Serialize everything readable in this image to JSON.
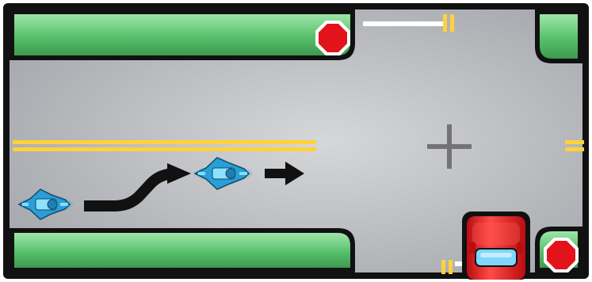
{
  "scene": {
    "type": "intersection-diagram",
    "stop_signs": 2,
    "motorcycles": 2,
    "vehicles": 1,
    "arrows": 2
  },
  "colors": {
    "frame": "#111111",
    "road": "#c7c9cc",
    "road_shade": "#9ea1a6",
    "grass": "#57c06c",
    "grass_light": "#9ee6a9",
    "grass_dark": "#3e9a4f",
    "yellow_line": "#ffd23a",
    "white_line": "#ffffff",
    "stop_sign": "#e3131b",
    "stop_sign_border": "#ffffff",
    "motorcycle": "#2a9ed6",
    "motorcycle_light": "#8ee1ff",
    "arrow": "#111111",
    "car": "#e0161c",
    "car_highlight": "#ff5a55",
    "car_window": "#7fd6ff",
    "center_mark": "#737373"
  },
  "icons": {
    "stop_sign": "octagon-stop-sign-icon",
    "motorcycle": "motorcycle-top-view-icon",
    "arrow": "right-arrow-icon",
    "car": "car-top-view-icon",
    "center": "crosshair-plus-icon"
  }
}
